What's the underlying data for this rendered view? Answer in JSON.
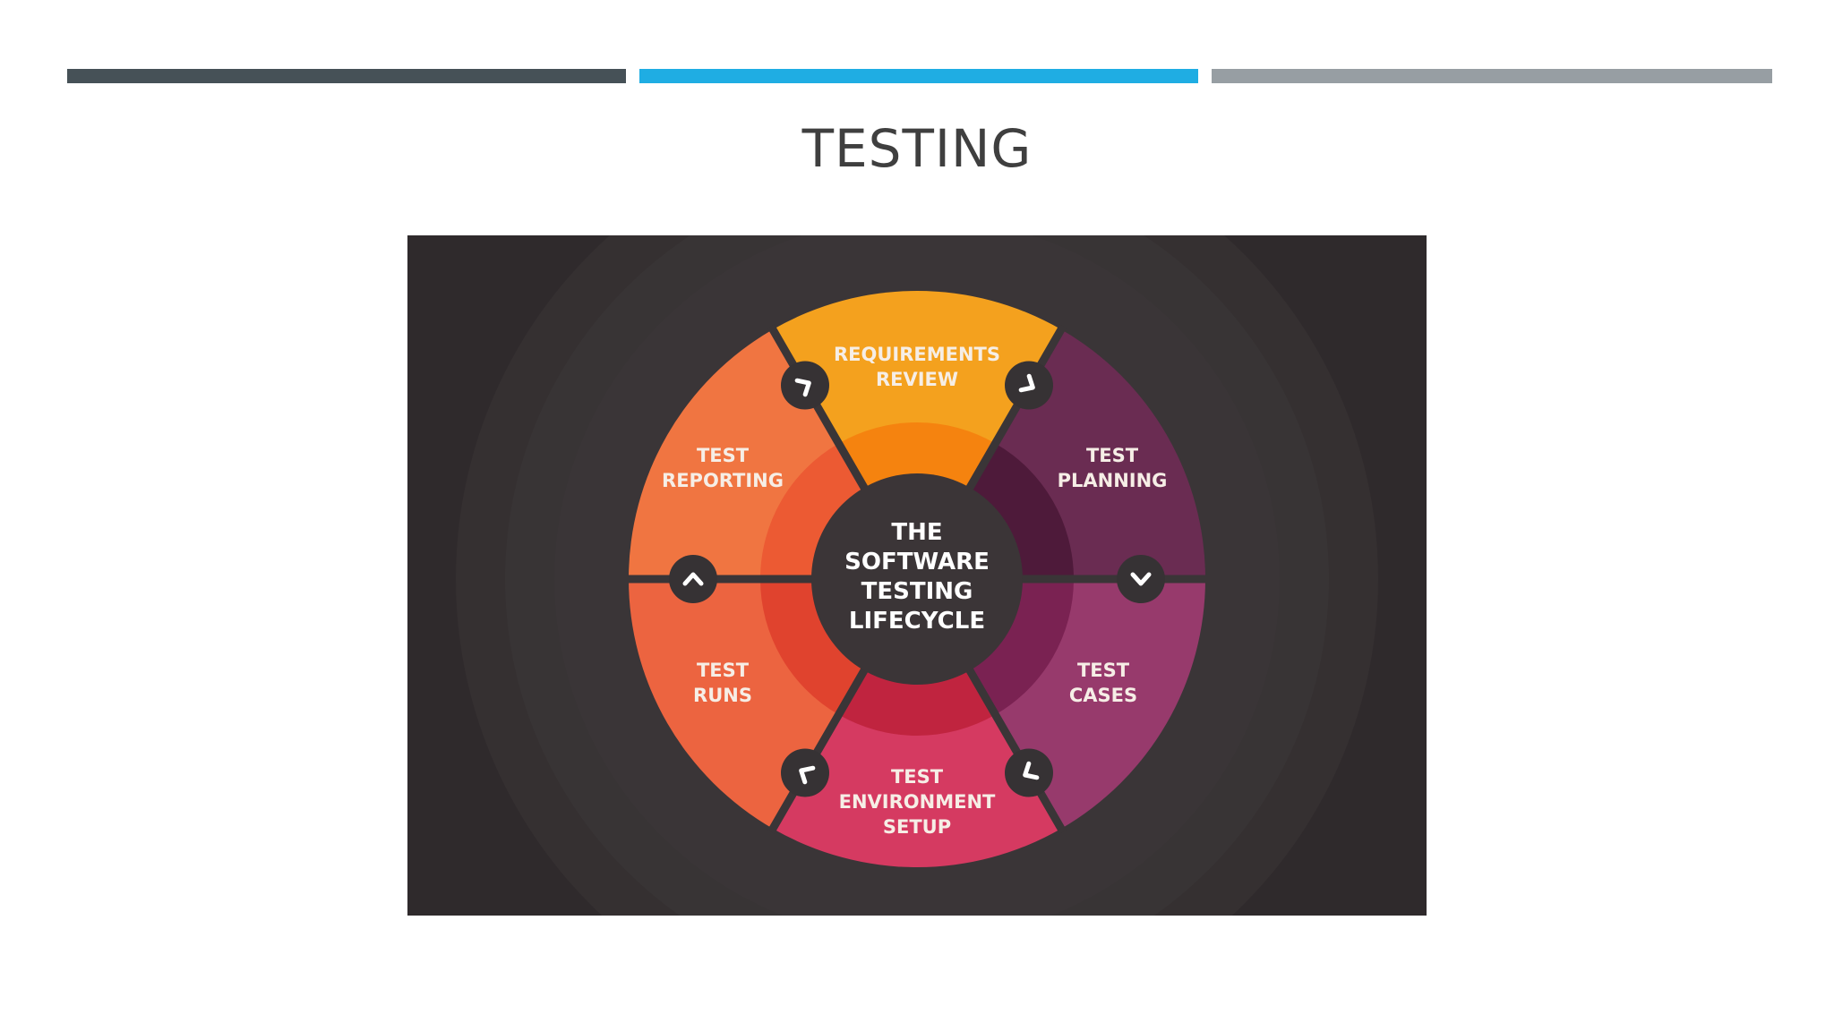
{
  "slide": {
    "title": "TESTING"
  },
  "top_bars": {
    "colors": [
      "#465157",
      "#1fade3",
      "#979ea3"
    ]
  },
  "diagram": {
    "center": {
      "lines": [
        "THE",
        "SOFTWARE",
        "TESTING",
        "LIFECYCLE"
      ]
    },
    "segments": [
      {
        "lines": [
          "REQUIREMENTS",
          "REVIEW"
        ],
        "color": "#f4a11e",
        "inner_color": "#f5830f"
      },
      {
        "lines": [
          "TEST",
          "PLANNING"
        ],
        "color": "#6a2c52",
        "inner_color": "#4e1a3a"
      },
      {
        "lines": [
          "TEST",
          "CASES"
        ],
        "color": "#973a6c",
        "inner_color": "#7a2252"
      },
      {
        "lines": [
          "TEST",
          "ENVIRONMENT",
          "SETUP"
        ],
        "color": "#d53a61",
        "inner_color": "#c0243f"
      },
      {
        "lines": [
          "TEST",
          "RUNS"
        ],
        "color": "#ec6440",
        "inner_color": "#e0432e"
      },
      {
        "lines": [
          "TEST",
          "REPORTING"
        ],
        "color": "#f07541",
        "inner_color": "#ec5a33"
      }
    ],
    "arrow_icons": [
      "chevron-icon",
      "chevron-icon",
      "chevron-down-icon",
      "chevron-icon",
      "chevron-icon",
      "chevron-up-icon"
    ],
    "colors": {
      "background": "#2f2a2c",
      "ring": "#3a3537",
      "hub": "#3b3537",
      "divider": "#3a3537",
      "badge": "#363234"
    }
  }
}
